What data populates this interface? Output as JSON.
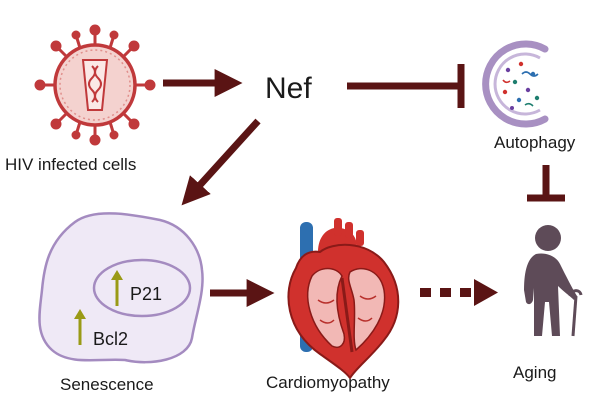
{
  "colors": {
    "arrow": "#5a1414",
    "virus_fill": "#f4d2cf",
    "virus_stroke": "#c0393b",
    "cell_fill": "#efe9f6",
    "cell_stroke": "#a48bc0",
    "up_arrow": "#9a9a16",
    "person": "#5e4b58",
    "autophagy": "#a890c2",
    "heart_red": "#d0312d",
    "vessel_blue": "#2d6fb0"
  },
  "labels": {
    "hiv": "HIV infected cells",
    "nef": "Nef",
    "autophagy": "Autophagy",
    "senescence": "Senescence",
    "p21": "P21",
    "bcl2": "Bcl2",
    "cardiomyopathy": "Cardiomyopathy",
    "aging": "Aging"
  },
  "icons": {
    "hiv": "hiv-virus-icon",
    "autophagy": "autophagosome-icon",
    "cell": "senescent-cell-icon",
    "heart": "heart-icon",
    "aging": "elderly-person-icon"
  }
}
